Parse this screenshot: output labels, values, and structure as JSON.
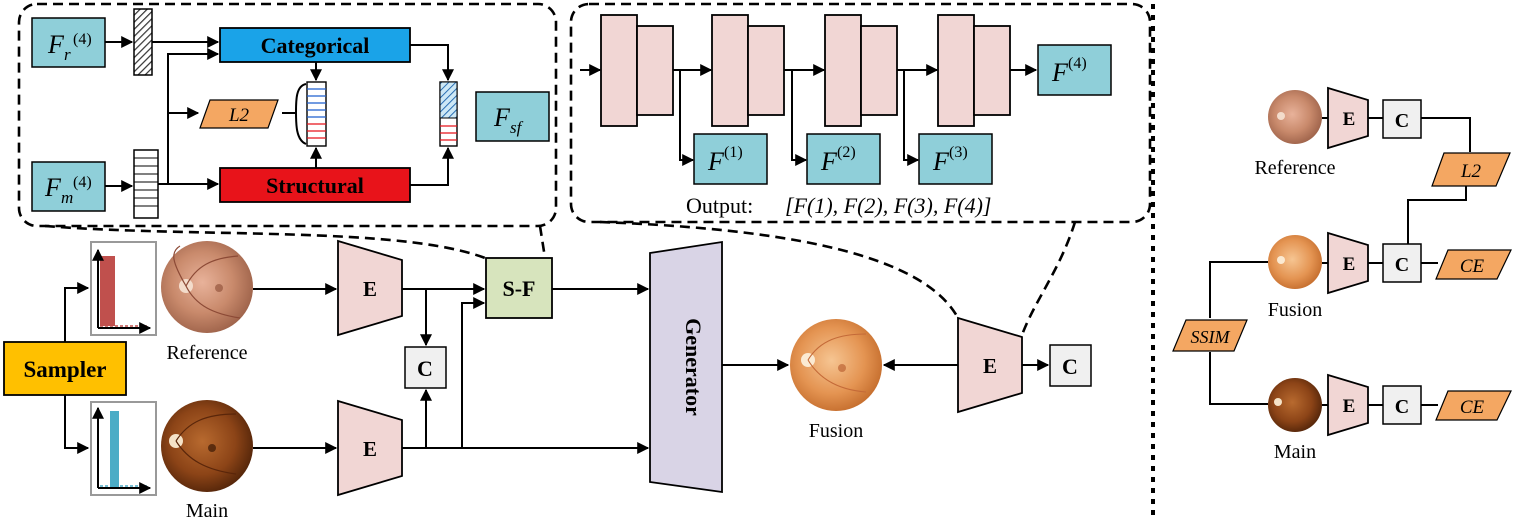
{
  "feature_block": {
    "fr": "F",
    "fr_sub": "r",
    "fr_sup": "(4)",
    "fm": "F",
    "fm_sub": "m",
    "fm_sup": "(4)",
    "categorical": "Categorical",
    "structural": "Structural",
    "l2": "L2",
    "fsf": "F",
    "fsf_sub": "sf",
    "colors": {
      "categorical": "#1aa3e8",
      "structural": "#e8131a",
      "feature": "#8fcfd9",
      "loss": "#f4a762"
    }
  },
  "encoder_block": {
    "f1": "F",
    "f1_sup": "(1)",
    "f2": "F",
    "f2_sup": "(2)",
    "f3": "F",
    "f3_sup": "(3)",
    "f4": "F",
    "f4_sup": "(4)",
    "output_label": "Output:",
    "output_list": "[F(1), F(2), F(3), F(4)]"
  },
  "pipeline": {
    "sampler": "Sampler",
    "reference": "Reference",
    "main": "Main",
    "encoder": "E",
    "classifier": "C",
    "sf": "S-F",
    "generator": "Generator",
    "fusion": "Fusion"
  },
  "losses_panel": {
    "reference": "Reference",
    "fusion": "Fusion",
    "main": "Main",
    "encoder": "E",
    "classifier": "C",
    "l2": "L2",
    "ce_fusion": "CE",
    "ce_main": "CE",
    "ssim": "SSIM"
  }
}
